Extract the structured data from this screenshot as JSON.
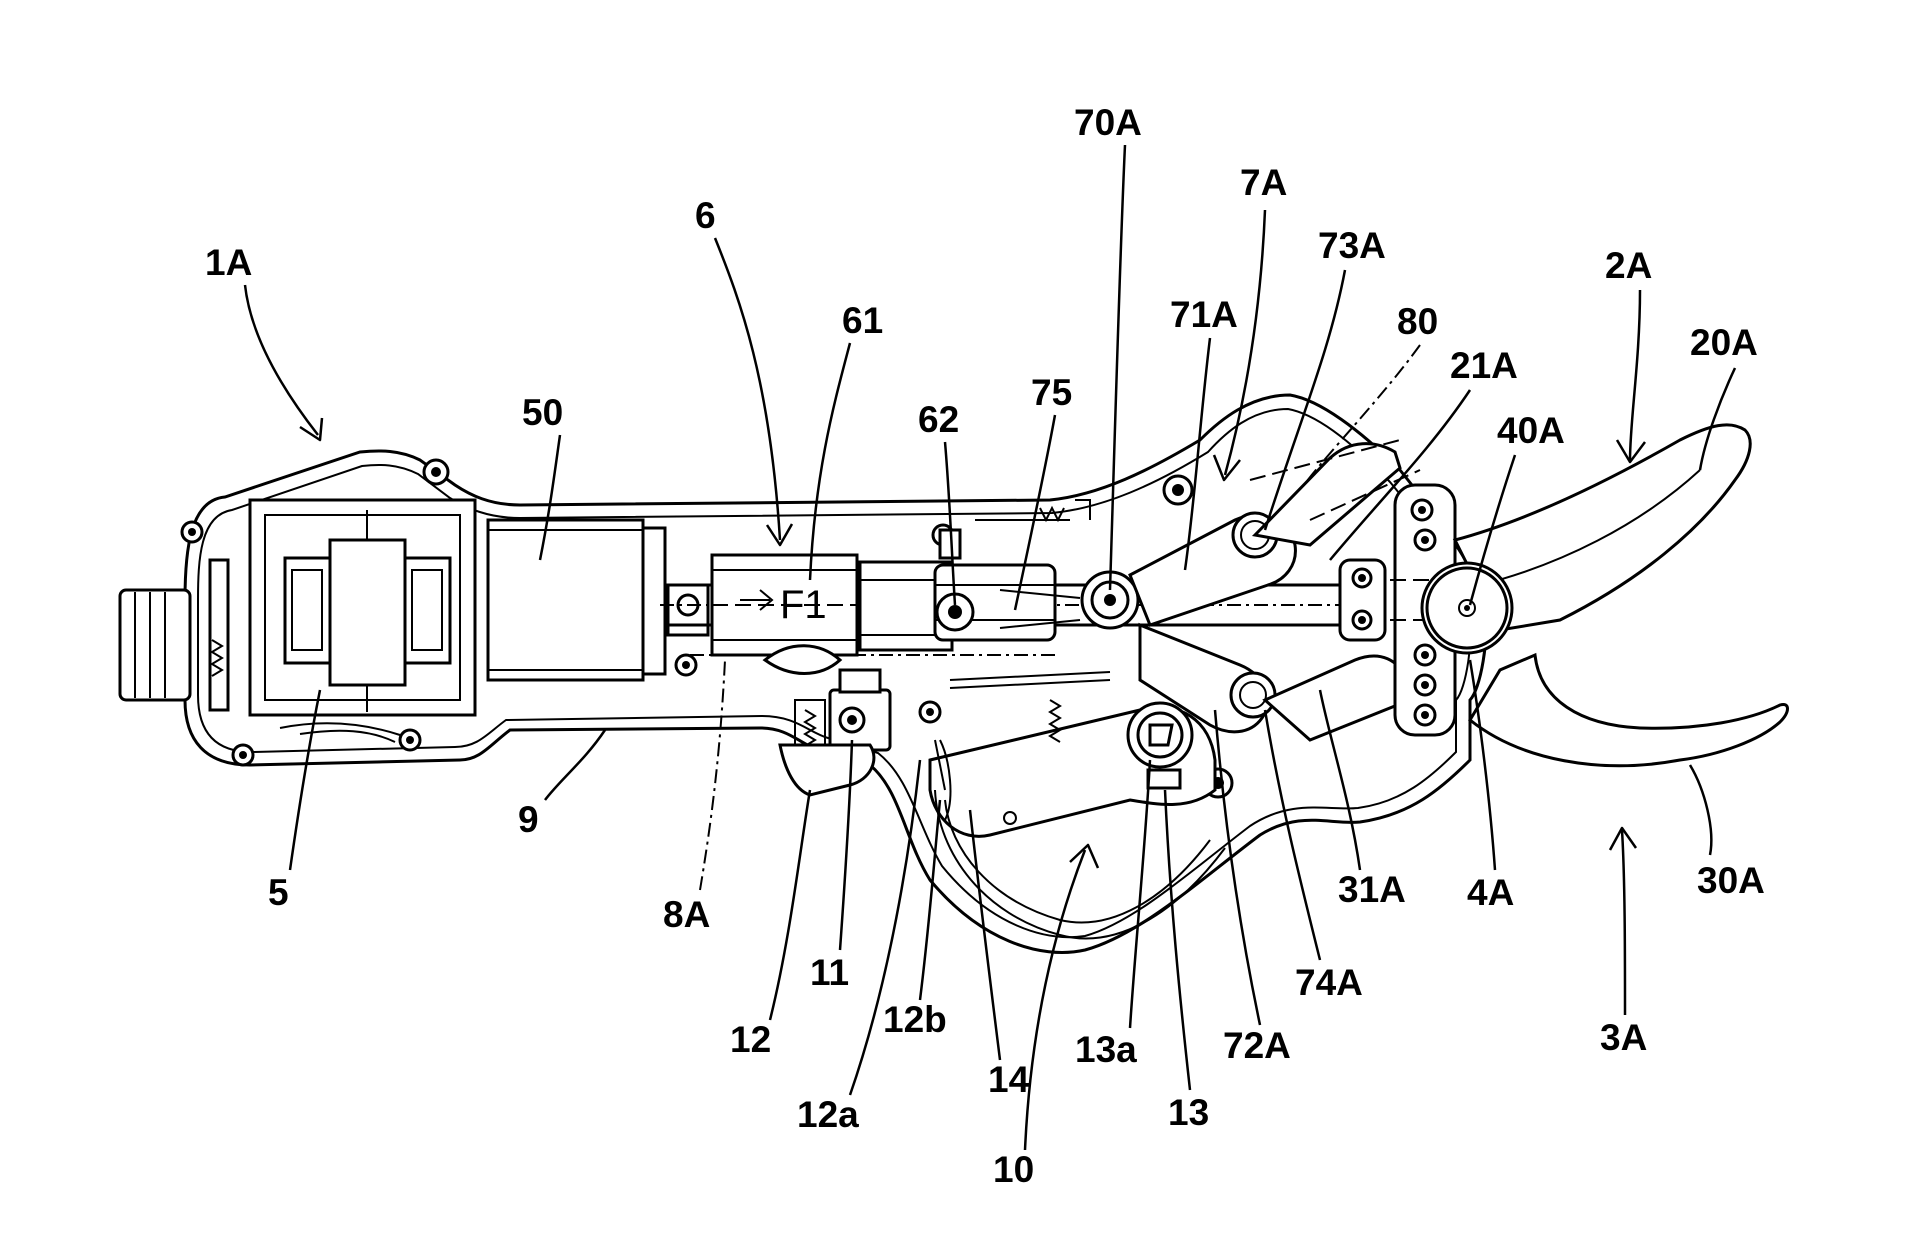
{
  "labels": {
    "l_1A": "1A",
    "l_50": "50",
    "l_6": "6",
    "l_61": "61",
    "l_62": "62",
    "l_75": "75",
    "l_70A": "70A",
    "l_7A": "7A",
    "l_71A": "71A",
    "l_73A": "73A",
    "l_80": "80",
    "l_21A": "21A",
    "l_2A": "2A",
    "l_20A": "20A",
    "l_40A": "40A",
    "l_5": "5",
    "l_9": "9",
    "l_8A": "8A",
    "l_12": "12",
    "l_11": "11",
    "l_12b": "12b",
    "l_12a": "12a",
    "l_14": "14",
    "l_10": "10",
    "l_13a": "13a",
    "l_13": "13",
    "l_72A": "72A",
    "l_74A": "74A",
    "l_31A": "31A",
    "l_4A": "4A",
    "l_30A": "30A",
    "l_3A": "3A"
  },
  "inner_marking": "F1"
}
